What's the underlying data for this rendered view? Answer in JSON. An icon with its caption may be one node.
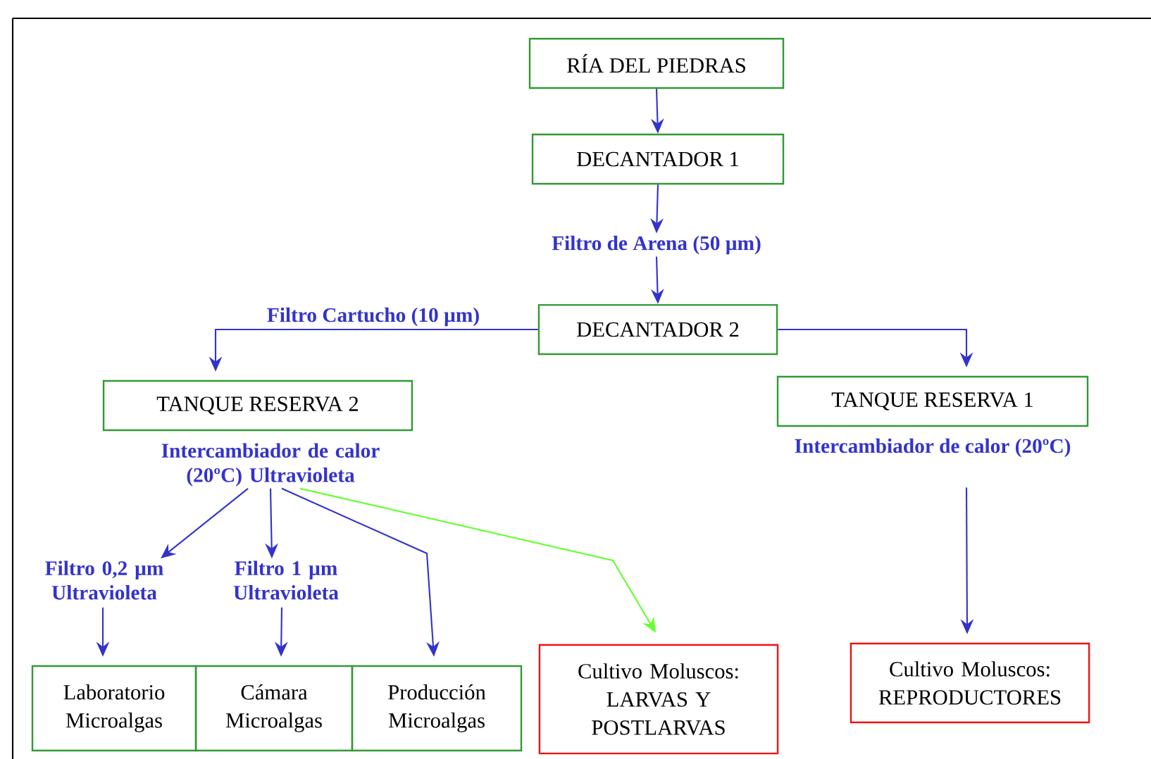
{
  "diagram": {
    "nodes": [
      {
        "text": [
          "RÍA DEL PIEDRAS"
        ]
      },
      {
        "text": [
          "DECANTADOR 1"
        ]
      },
      {
        "text": [
          "Filtro de Arena (50 µm)"
        ]
      },
      {
        "text": [
          "DECANTADOR 2"
        ]
      },
      {
        "text": [
          "TANQUE RESERVA 2"
        ]
      },
      {
        "text": [
          "Intercambiador de calor (20ºC) Ultravioleta"
        ]
      },
      {
        "text": [
          "TANQUE RESERVA 1"
        ]
      },
      {
        "text": [
          "Intercambiador de calor (20ºC)"
        ]
      },
      {
        "text": [
          "Filtro 0,2 µm Ultravioleta"
        ]
      },
      {
        "text": [
          "Filtro 1 µm Ultravioleta"
        ]
      },
      {
        "text": [
          "Laboratorio Microalgas"
        ]
      },
      {
        "text": [
          "Cámara Microalgas"
        ]
      },
      {
        "text": [
          "Producción Microalgas"
        ]
      },
      {
        "text": [
          "Cultivo Moluscos:",
          "LARVAS Y POSTLARVAS"
        ]
      },
      {
        "text": [
          "Cultivo Moluscos:",
          "REPRODUCTORES"
        ]
      }
    ],
    "edges": [
      {
        "from": 0,
        "to": 1,
        "arrow": "to"
      },
      {
        "from": 1,
        "to": 2,
        "arrow": "to"
      },
      {
        "from": 2,
        "to": 3,
        "arrow": "to"
      },
      {
        "from": 3,
        "to": 4,
        "arrow": "to",
        "label": "Filtro Cartucho (10 µm)"
      },
      {
        "from": 3,
        "to": 6,
        "arrow": "to"
      },
      {
        "from": 5,
        "to": 8,
        "arrow": "to"
      },
      {
        "from": 5,
        "to": 9,
        "arrow": "to"
      },
      {
        "from": 5,
        "to": 12,
        "arrow": "to"
      },
      {
        "from": 5,
        "to": 13,
        "arrow": "to",
        "color": "#66ff33"
      },
      {
        "from": 8,
        "to": 10,
        "arrow": "to"
      },
      {
        "from": 9,
        "to": 11,
        "arrow": "to"
      },
      {
        "from": 7,
        "to": 14,
        "arrow": "to"
      }
    ]
  }
}
